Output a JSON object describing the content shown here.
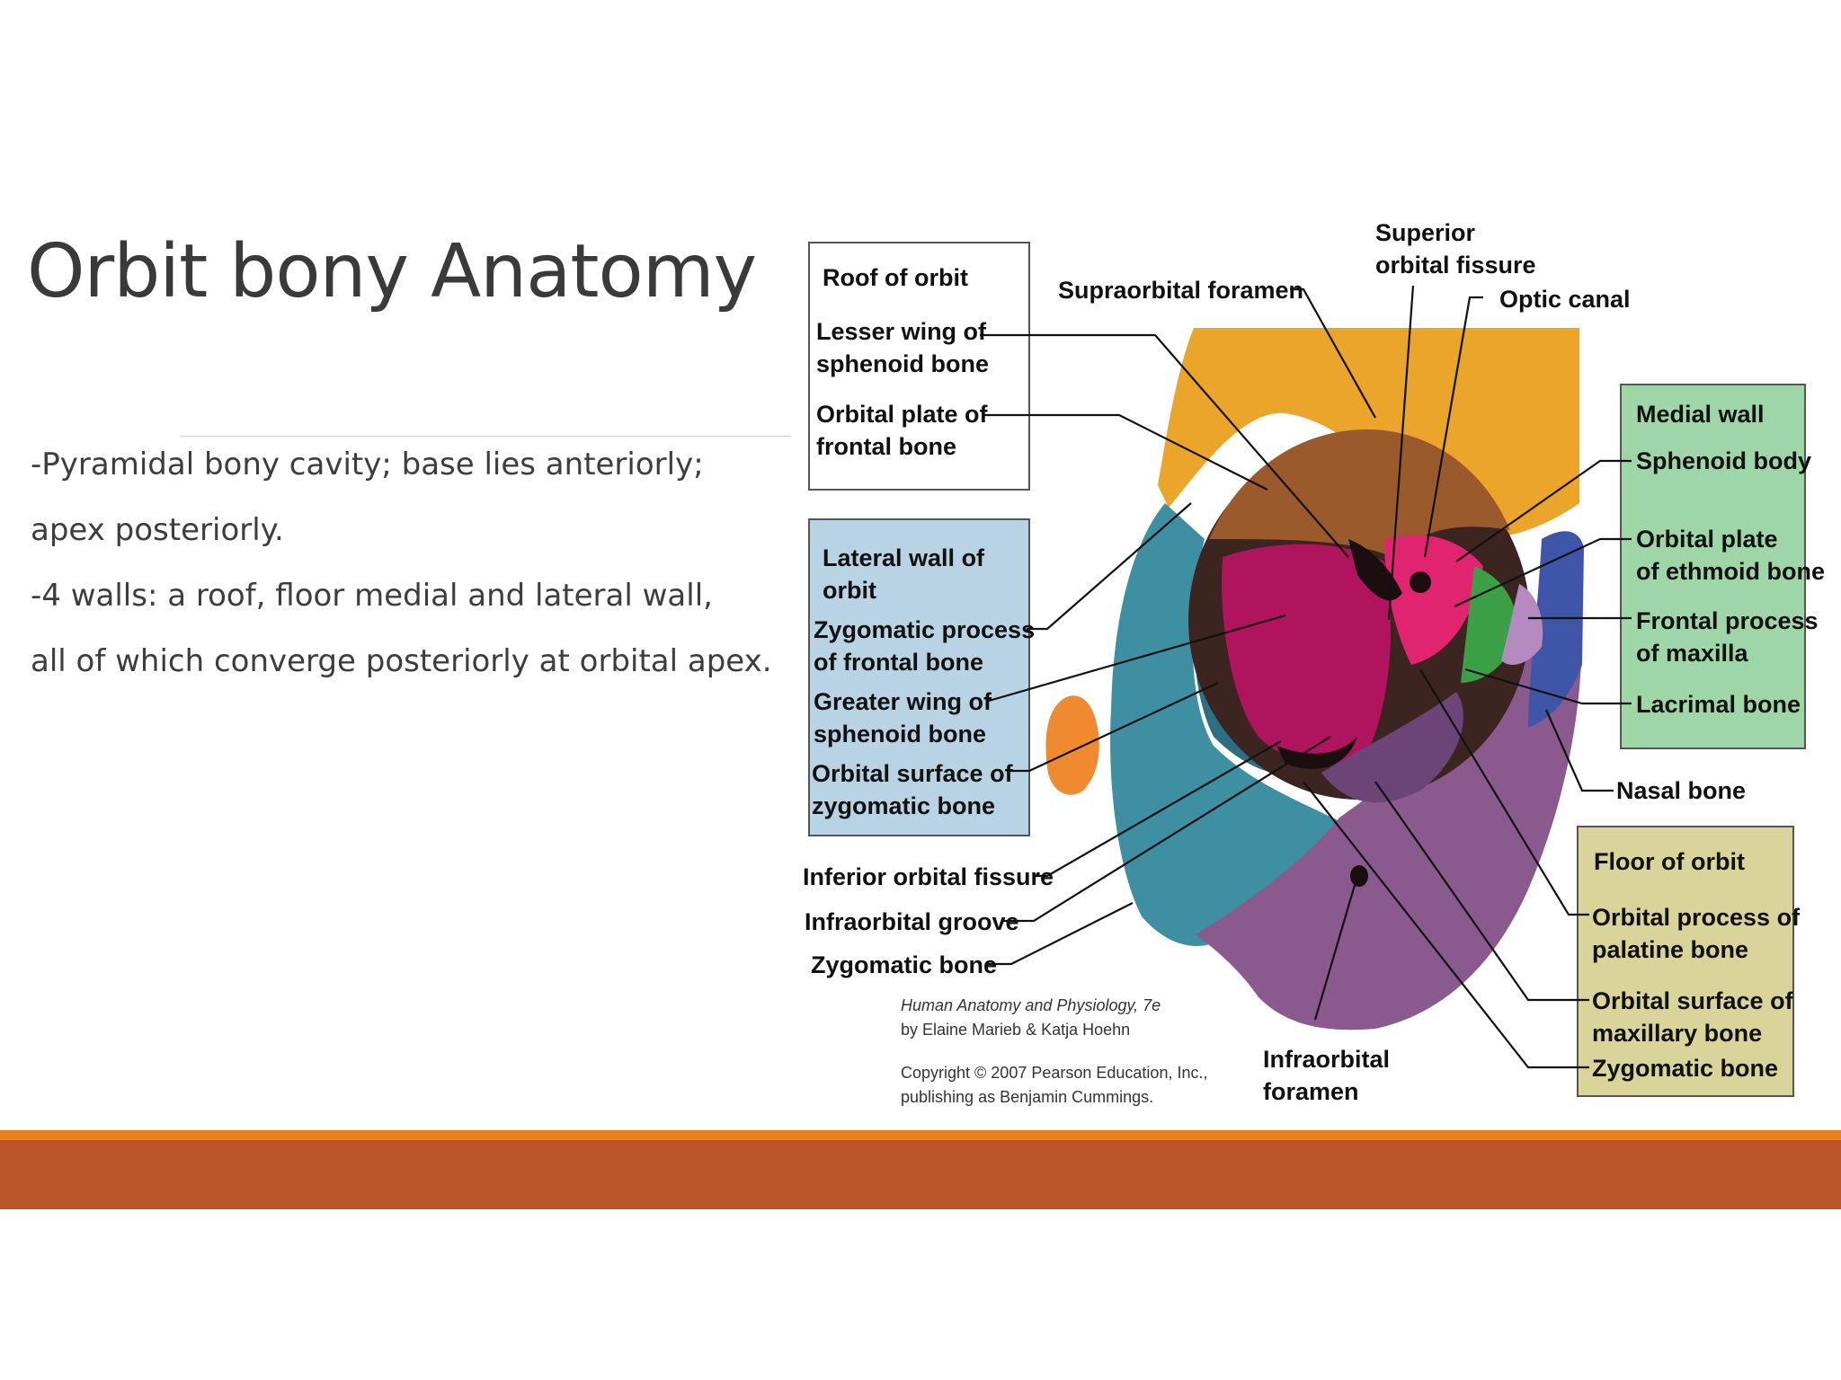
{
  "slide": {
    "title": "Orbit bony Anatomy",
    "bullets": [
      "-Pyramidal bony cavity; base lies anteriorly;",
      "apex posteriorly.",
      "-4 walls: a roof, floor medial and  lateral wall,",
      " all of which converge posteriorly at orbital apex."
    ]
  },
  "colors": {
    "footer_orange": "#e8821e",
    "footer_rust": "#bb5428",
    "roof_box": "#ffffff",
    "lateral_box": "#b7d3e4",
    "medial_box": "#9fd6a8",
    "floor_box": "#d9d49a"
  },
  "diagram": {
    "labels": {
      "roof_box_title": "Roof of orbit",
      "lesser_wing_1": "Lesser wing of",
      "lesser_wing_2": "sphenoid bone",
      "orbital_plate_frontal_1": "Orbital plate of",
      "orbital_plate_frontal_2": "frontal bone",
      "supraorbital_foramen": "Supraorbital foramen",
      "superior_orbital_fissure_1": "Superior",
      "superior_orbital_fissure_2": "orbital fissure",
      "optic_canal": "Optic canal",
      "lateral_box_title_1": "Lateral wall of",
      "lateral_box_title_2": "orbit",
      "zygomatic_process_1": "Zygomatic process",
      "zygomatic_process_2": "of frontal bone",
      "greater_wing_1": "Greater wing of",
      "greater_wing_2": "sphenoid bone",
      "orbital_surface_zyg_1": "Orbital surface of",
      "orbital_surface_zyg_2": "zygomatic bone",
      "inferior_orbital_fissure": "Inferior orbital fissure",
      "infraorbital_groove": "Infraorbital groove",
      "zygomatic_bone_left": "Zygomatic bone",
      "medial_box_title": "Medial wall",
      "sphenoid_body": "Sphenoid body",
      "orbital_plate_ethmoid_1": "Orbital plate",
      "orbital_plate_ethmoid_2": "of ethmoid bone",
      "frontal_process_1": "Frontal process",
      "frontal_process_2": "of maxilla",
      "lacrimal_bone": "Lacrimal bone",
      "nasal_bone": "Nasal bone",
      "floor_box_title": "Floor of orbit",
      "orbital_process_palatine_1": "Orbital process of",
      "orbital_process_palatine_2": "palatine bone",
      "orbital_surface_max_1": "Orbital surface of",
      "orbital_surface_max_2": "maxillary bone",
      "zygomatic_bone_right": "Zygomatic bone",
      "infraorbital_foramen_1": "Infraorbital",
      "infraorbital_foramen_2": "foramen"
    },
    "credit": {
      "book_1": "Human Anatomy and Physiology, 7e",
      "book_2": "by Elaine Marieb & Katja Hoehn",
      "copyright_1": "Copyright © 2007 Pearson Education, Inc.,",
      "copyright_2": "publishing as Benjamin Cummings."
    }
  }
}
